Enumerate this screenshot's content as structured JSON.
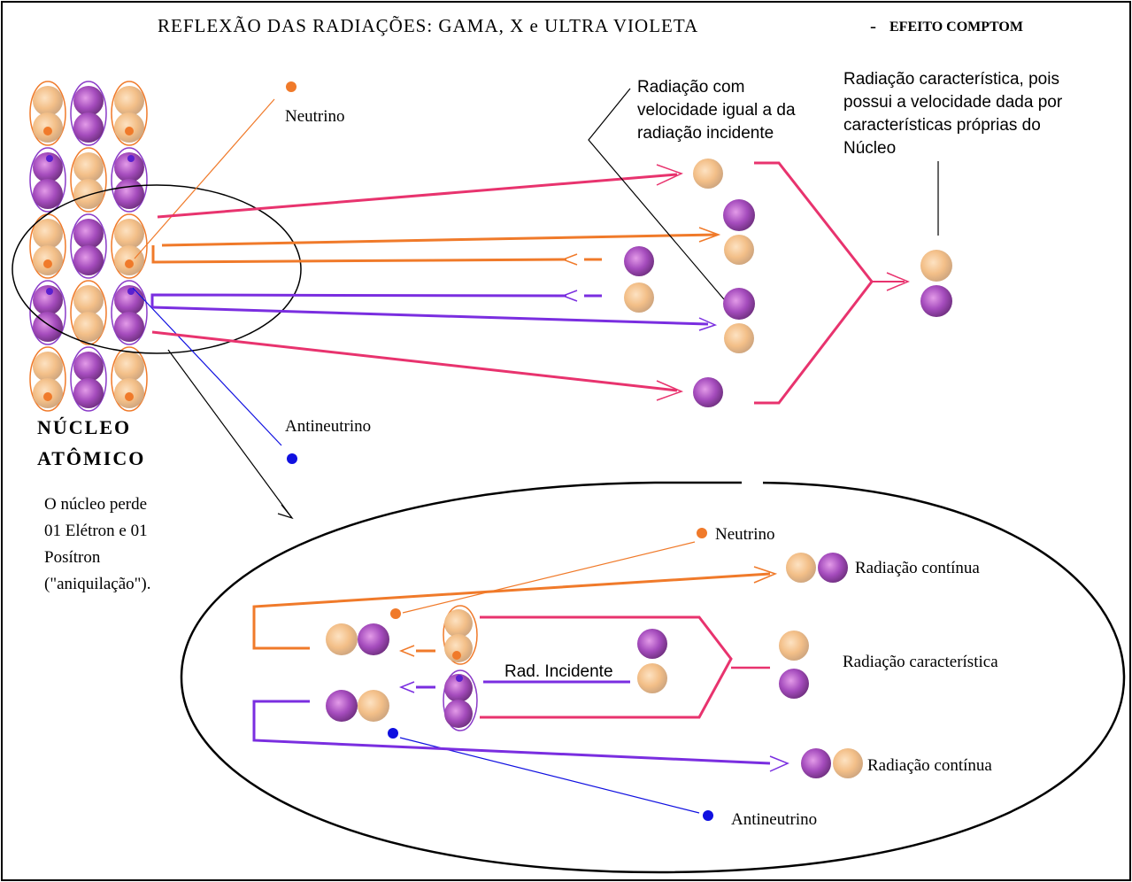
{
  "title": "REFLEXÃO DAS RADIAÇÕES: GAMA, X e ULTRA VIOLETA",
  "title_sep": "-",
  "title_right": "EFEITO COMPTOM",
  "nucleus": {
    "line1": "NÚCLEO",
    "line2": "ATÔMICO",
    "note": [
      "O núcleo perde",
      "01 Elétron e 01",
      "Posítron",
      "(\"aniquilação\")."
    ]
  },
  "top": {
    "neutrino": "Neutrino",
    "antineutrino": "Antineutrino",
    "same_speed": [
      "Radiação com",
      "velocidade igual a da",
      "radiação incidente"
    ],
    "characteristic": [
      "Radiação característica, pois",
      "possui a velocidade dada por",
      "características próprias do",
      "Núcleo"
    ]
  },
  "detail": {
    "neutrino": "Neutrino",
    "antineutrino": "Antineutrino",
    "continuous_top": "Radiação contínua",
    "continuous_bottom": "Radiação contínua",
    "characteristic": "Radiação característica",
    "incident": "Rad. Incidente"
  },
  "colors": {
    "magenta": "#e8336e",
    "orange": "#f07a2a",
    "purple": "#7a2ee0",
    "blue": "#1010e0",
    "peach": "#f3c08a",
    "violet": "#a04ab8"
  }
}
